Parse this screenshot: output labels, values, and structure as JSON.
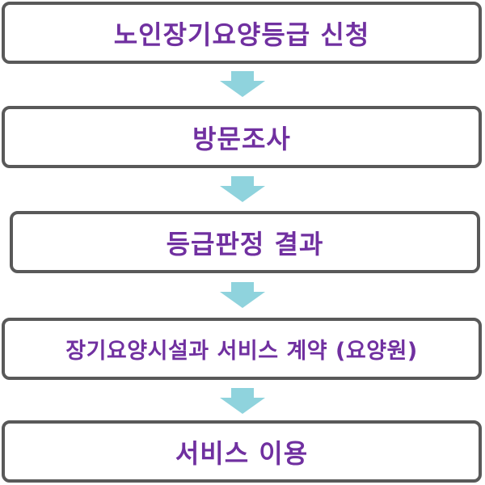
{
  "colors": {
    "box_border": "#595959",
    "label_text": "#7030a0",
    "arrow_fill": "#8fd3dd"
  },
  "steps": [
    {
      "label": "노인장기요양등급 신청"
    },
    {
      "label": "방문조사"
    },
    {
      "label": "등급판정 결과"
    },
    {
      "label": "장기요양시설과 서비스 계약 (요양원)"
    },
    {
      "label": "서비스 이용"
    }
  ],
  "arrows": [
    {
      "icon": "down-arrow-icon"
    },
    {
      "icon": "down-arrow-icon"
    },
    {
      "icon": "down-arrow-icon"
    },
    {
      "icon": "down-arrow-icon"
    }
  ]
}
